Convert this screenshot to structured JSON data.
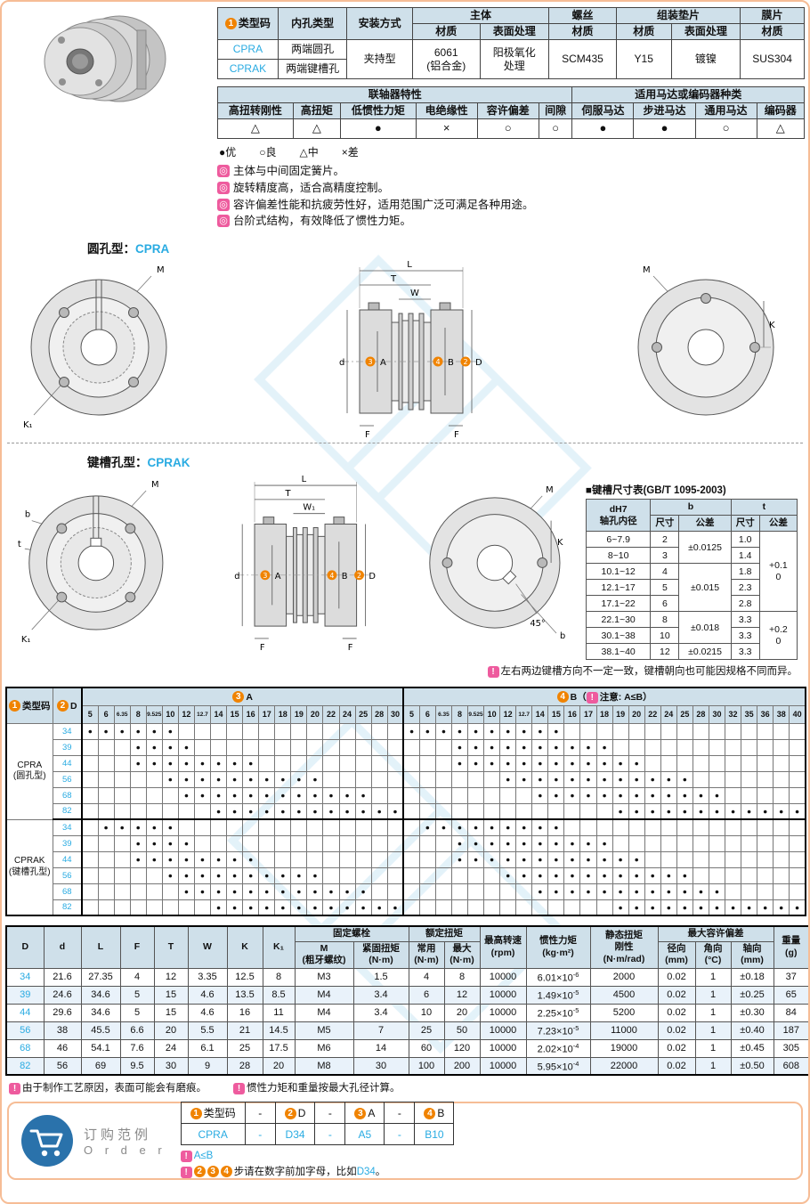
{
  "icons": {
    "bullet": "◎",
    "warning": "!"
  },
  "spec_table": {
    "h_type_code": "类型码",
    "h_bore_type": "内孔类型",
    "h_mount": "安装方式",
    "h_body": "主体",
    "h_screw": "螺丝",
    "h_washer": "组装垫片",
    "h_disc": "膜片",
    "h_material": "材质",
    "h_surface": "表面处理",
    "code1": "CPRA",
    "code2": "CPRAK",
    "bore1": "两端圆孔",
    "bore2": "两端键槽孔",
    "mount": "夹持型",
    "body_material": "6061\n(铝合金)",
    "body_surface": "阳极氧化\n处理",
    "screw_material": "SCM435",
    "washer_material": "Y15",
    "washer_surface": "镀镍",
    "disc_material": "SUS304"
  },
  "characteristics": {
    "group1": "联轴器特性",
    "group2": "适用马达或编码器种类",
    "items": [
      {
        "label": "高扭转刚性",
        "sym": "△"
      },
      {
        "label": "高扭矩",
        "sym": "△"
      },
      {
        "label": "低惯性力矩",
        "sym": "●"
      },
      {
        "label": "电绝缘性",
        "sym": "×"
      },
      {
        "label": "容许偏差",
        "sym": "○"
      },
      {
        "label": "间隙",
        "sym": "○"
      },
      {
        "label": "伺服马达",
        "sym": "●"
      },
      {
        "label": "步进马达",
        "sym": "●"
      },
      {
        "label": "通用马达",
        "sym": "○"
      },
      {
        "label": "编码器",
        "sym": "△"
      }
    ]
  },
  "legend": [
    {
      "sym": "●",
      "label": "优"
    },
    {
      "sym": "○",
      "label": "良"
    },
    {
      "sym": "△",
      "label": "中"
    },
    {
      "sym": "×",
      "label": "差"
    }
  ],
  "features": [
    "主体与中间固定簧片。",
    "旋转精度高，适合高精度控制。",
    "容许偏差性能和抗疲劳性好，适用范围广泛可满足各种用途。",
    "台阶式结构，有效降低了惯性力矩。"
  ],
  "sections": {
    "round": {
      "label": "圆孔型：",
      "code": "CPRA"
    },
    "key": {
      "label": "键槽孔型：",
      "code": "CPRAK"
    }
  },
  "drawing": {
    "labels": {
      "M": "M",
      "L": "L",
      "T": "T",
      "W": "W",
      "W1": "W₁",
      "d": "d",
      "A": "A",
      "B": "B",
      "D": "D",
      "F": "F",
      "K": "K",
      "K1": "K₁",
      "b": "b",
      "t": "t",
      "deg45": "45°",
      "num2": "2",
      "num3": "3",
      "num4": "4"
    }
  },
  "keyway_table": {
    "title": "■键槽尺寸表(GB/T 1095-2003)",
    "h_range": "dH7\n轴孔内径",
    "h_b": "b",
    "h_t": "t",
    "h_size": "尺寸",
    "h_tol": "公差",
    "rows": [
      {
        "range": "6~7.9",
        "b": "2",
        "b_tol": "±0.0125",
        "b_span": 2,
        "t": "1.0",
        "t_tol": "+0.1\n0",
        "t_span": 5
      },
      {
        "range": "8~10",
        "b": "3",
        "t": "1.4"
      },
      {
        "range": "10.1~12",
        "b": "4",
        "b_tol": "±0.015",
        "b_span": 3,
        "t": "1.8"
      },
      {
        "range": "12.1~17",
        "b": "5",
        "t": "2.3"
      },
      {
        "range": "17.1~22",
        "b": "6",
        "t": "2.8"
      },
      {
        "range": "22.1~30",
        "b": "8",
        "b_tol": "±0.018",
        "b_span": 2,
        "t": "3.3",
        "t_tol": "+0.2\n0",
        "t_span": 3
      },
      {
        "range": "30.1~38",
        "b": "10",
        "t": "3.3"
      },
      {
        "range": "38.1~40",
        "b": "12",
        "b_tol": "±0.0215",
        "b_span": 1,
        "t": "3.3"
      }
    ]
  },
  "keyway_note": "左右两边键槽方向不一定一致，键槽朝向也可能因规格不同而异。",
  "matrix": {
    "code_header": "类型码",
    "d_header": "D",
    "a_header": "A",
    "b_header": "B",
    "paren_open": "（",
    "b_note": "注意: A≤B",
    "paren_close": "）",
    "a_cols": [
      5,
      6,
      6.35,
      8,
      9.525,
      10,
      12,
      12.7,
      14,
      15,
      16,
      17,
      18,
      19,
      20,
      22,
      24,
      25,
      28,
      30
    ],
    "b_cols": [
      5,
      6,
      6.35,
      8,
      9.525,
      10,
      12,
      12.7,
      14,
      15,
      16,
      17,
      18,
      19,
      20,
      22,
      24,
      25,
      28,
      30,
      32,
      35,
      36,
      38,
      40
    ],
    "groups": [
      {
        "name": "CPRA",
        "sub": "(圆孔型)",
        "rows": [
          {
            "d": 34,
            "a": [
              5,
              6,
              6.35,
              8,
              9.525,
              10
            ],
            "b": [
              5,
              6,
              6.35,
              8,
              9.525,
              10,
              12,
              12.7,
              14,
              15
            ]
          },
          {
            "d": 39,
            "a": [
              8,
              9.525,
              10,
              12
            ],
            "b": [
              8,
              9.525,
              10,
              12,
              12.7,
              14,
              15,
              16,
              17,
              18
            ]
          },
          {
            "d": 44,
            "a": [
              8,
              9.525,
              10,
              12,
              12.7,
              14,
              15,
              16
            ],
            "b": [
              8,
              9.525,
              10,
              12,
              12.7,
              14,
              15,
              16,
              17,
              18,
              19,
              20
            ]
          },
          {
            "d": 56,
            "a": [
              10,
              12,
              12.7,
              14,
              15,
              16,
              17,
              18,
              19,
              20
            ],
            "b": [
              12,
              12.7,
              14,
              15,
              16,
              17,
              18,
              19,
              20,
              22,
              24,
              25
            ]
          },
          {
            "d": 68,
            "a": [
              12,
              12.7,
              14,
              15,
              16,
              17,
              18,
              19,
              20,
              22,
              24,
              25
            ],
            "b": [
              14,
              15,
              16,
              17,
              18,
              19,
              20,
              22,
              24,
              25,
              28,
              30
            ]
          },
          {
            "d": 82,
            "a": [
              14,
              15,
              16,
              17,
              18,
              19,
              20,
              22,
              24,
              25,
              28,
              30
            ],
            "b": [
              19,
              20,
              22,
              24,
              25,
              28,
              30,
              32,
              35,
              36,
              38,
              40
            ]
          }
        ]
      },
      {
        "name": "CPRAK",
        "sub": "(键槽孔型)",
        "rows": [
          {
            "d": 34,
            "a": [
              6,
              6.35,
              8,
              9.525,
              10
            ],
            "b": [
              6,
              6.35,
              8,
              9.525,
              10,
              12,
              12.7,
              14,
              15
            ]
          },
          {
            "d": 39,
            "a": [
              8,
              9.525,
              10,
              12
            ],
            "b": [
              8,
              9.525,
              10,
              12,
              12.7,
              14,
              15,
              16,
              17,
              18
            ]
          },
          {
            "d": 44,
            "a": [
              8,
              9.525,
              10,
              12,
              12.7,
              14,
              15,
              16
            ],
            "b": [
              8,
              9.525,
              10,
              12,
              12.7,
              14,
              15,
              16,
              17,
              18,
              19,
              20
            ]
          },
          {
            "d": 56,
            "a": [
              10,
              12,
              12.7,
              14,
              15,
              16,
              17,
              18,
              19,
              20
            ],
            "b": [
              12,
              12.7,
              14,
              15,
              16,
              17,
              18,
              19,
              20,
              22,
              24,
              25
            ]
          },
          {
            "d": 68,
            "a": [
              12,
              12.7,
              14,
              15,
              16,
              17,
              18,
              19,
              20,
              22,
              24,
              25
            ],
            "b": [
              14,
              15,
              16,
              17,
              18,
              19,
              20,
              22,
              24,
              25,
              28,
              30
            ]
          },
          {
            "d": 82,
            "a": [
              14,
              15,
              16,
              17,
              18,
              19,
              20,
              22,
              24,
              25,
              28,
              30
            ],
            "b": [
              19,
              20,
              22,
              24,
              25,
              28,
              30,
              32,
              35,
              36,
              38,
              40
            ]
          }
        ]
      }
    ]
  },
  "dim_table": {
    "header_row1": [
      {
        "t": "D",
        "rs": 2
      },
      {
        "t": "d",
        "rs": 2
      },
      {
        "t": "L",
        "rs": 2
      },
      {
        "t": "F",
        "rs": 2
      },
      {
        "t": "T",
        "rs": 2
      },
      {
        "t": "W",
        "rs": 2
      },
      {
        "t": "K",
        "rs": 2
      },
      {
        "t": "K₁",
        "rs": 2
      },
      {
        "t": "固定螺栓",
        "cs": 2
      },
      {
        "t": "额定扭矩",
        "cs": 2
      },
      {
        "t": "最高转速\n(rpm)",
        "rs": 2
      },
      {
        "t": "惯性力矩\n(kg·m²)",
        "rs": 2
      },
      {
        "t": "静态扭矩\n刚性\n(N·m/rad)",
        "rs": 2
      },
      {
        "t": "最大容许偏差",
        "cs": 3
      },
      {
        "t": "重量\n(g)",
        "rs": 2
      }
    ],
    "header_row2": [
      "M\n(粗牙螺纹)",
      "紧固扭矩\n(N·m)",
      "常用\n(N·m)",
      "最大\n(N·m)",
      "径向\n(mm)",
      "角向\n(°C)",
      "轴向\n(mm)"
    ],
    "rows": [
      {
        "d": "34",
        "c": [
          "21.6",
          "27.35",
          "4",
          "12",
          "3.35",
          "12.5",
          "8",
          "M3",
          "1.5",
          "4",
          "8",
          "10000",
          {
            "b": "6.01×10",
            "e": "-6"
          },
          "2000",
          "0.02",
          "1",
          "±0.18",
          "37"
        ]
      },
      {
        "d": "39",
        "c": [
          "24.6",
          "34.6",
          "5",
          "15",
          "4.6",
          "13.5",
          "8.5",
          "M4",
          "3.4",
          "6",
          "12",
          "10000",
          {
            "b": "1.49×10",
            "e": "-5"
          },
          "4500",
          "0.02",
          "1",
          "±0.25",
          "65"
        ]
      },
      {
        "d": "44",
        "c": [
          "29.6",
          "34.6",
          "5",
          "15",
          "4.6",
          "16",
          "11",
          "M4",
          "3.4",
          "10",
          "20",
          "10000",
          {
            "b": "2.25×10",
            "e": "-5"
          },
          "5200",
          "0.02",
          "1",
          "±0.30",
          "84"
        ]
      },
      {
        "d": "56",
        "c": [
          "38",
          "45.5",
          "6.6",
          "20",
          "5.5",
          "21",
          "14.5",
          "M5",
          "7",
          "25",
          "50",
          "10000",
          {
            "b": "7.23×10",
            "e": "-5"
          },
          "11000",
          "0.02",
          "1",
          "±0.40",
          "187"
        ]
      },
      {
        "d": "68",
        "c": [
          "46",
          "54.1",
          "7.6",
          "24",
          "6.1",
          "25",
          "17.5",
          "M6",
          "14",
          "60",
          "120",
          "10000",
          {
            "b": "2.02×10",
            "e": "-4"
          },
          "19000",
          "0.02",
          "1",
          "±0.45",
          "305"
        ]
      },
      {
        "d": "82",
        "c": [
          "56",
          "69",
          "9.5",
          "30",
          "9",
          "28",
          "20",
          "M8",
          "30",
          "100",
          "200",
          "10000",
          {
            "b": "5.95×10",
            "e": "-4"
          },
          "22000",
          "0.02",
          "1",
          "±0.50",
          "608"
        ]
      }
    ]
  },
  "footnotes": [
    "由于制作工艺原因，表面可能会有磨痕。",
    "惯性力矩和重量按最大孔径计算。"
  ],
  "order": {
    "label_cn": "订购范例",
    "label_en": "O r d e r",
    "h_code": "类型码",
    "h_d": "D",
    "h_a": "A",
    "h_b": "B",
    "dash": "-",
    "v_code": "CPRA",
    "v_d": "D34",
    "v_a": "A5",
    "v_b": "B10",
    "note1": "A≤B",
    "note2_text": "步请在数字前加字母，比如",
    "note2_code": "D34",
    "note2_end": "。"
  }
}
